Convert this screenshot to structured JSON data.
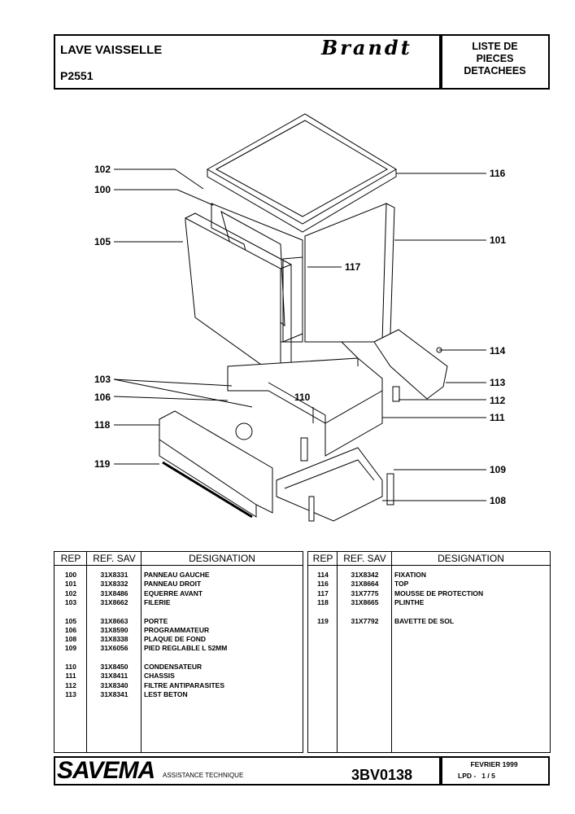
{
  "header": {
    "title": "LAVE VAISSELLE",
    "model": "P2551",
    "brand": "Brandt",
    "doc_type_lines": [
      "LISTE DE",
      "PIECES",
      "DETACHEES"
    ]
  },
  "callouts": {
    "c102": "102",
    "c100": "100",
    "c105": "105",
    "c116": "116",
    "c101": "101",
    "c117": "117",
    "c114": "114",
    "c103": "103",
    "c106": "106",
    "c110": "110",
    "c113": "113",
    "c112": "112",
    "c111": "111",
    "c118": "118",
    "c119": "119",
    "c109": "109",
    "c108": "108"
  },
  "table": {
    "headers": {
      "rep": "REP",
      "ref": "REF. SAV",
      "designation": "DESIGNATION"
    },
    "left_rows": [
      {
        "rep": "100",
        "ref": "31X8331",
        "designation": "PANNEAU GAUCHE"
      },
      {
        "rep": "101",
        "ref": "31X8332",
        "designation": "PANNEAU DROIT"
      },
      {
        "rep": "102",
        "ref": "31X8486",
        "designation": "EQUERRE AVANT"
      },
      {
        "rep": "103",
        "ref": "31X8662",
        "designation": "FILERIE"
      },
      {
        "rep": "105",
        "ref": "31X8663",
        "designation": "PORTE"
      },
      {
        "rep": "106",
        "ref": "31X8590",
        "designation": "PROGRAMMATEUR"
      },
      {
        "rep": "108",
        "ref": "31X8338",
        "designation": "PLAQUE DE FOND"
      },
      {
        "rep": "109",
        "ref": "31X6056",
        "designation": "PIED REGLABLE L 52MM"
      },
      {
        "rep": "110",
        "ref": "31X8450",
        "designation": "CONDENSATEUR"
      },
      {
        "rep": "111",
        "ref": "31X8411",
        "designation": "CHASSIS"
      },
      {
        "rep": "112",
        "ref": "31X8340",
        "designation": "FILTRE ANTIPARASITES"
      },
      {
        "rep": "113",
        "ref": "31X8341",
        "designation": "LEST BETON"
      }
    ],
    "right_rows": [
      {
        "rep": "114",
        "ref": "31X8342",
        "designation": "FIXATION"
      },
      {
        "rep": "116",
        "ref": "31X8664",
        "designation": "TOP"
      },
      {
        "rep": "117",
        "ref": "31X7775",
        "designation": "MOUSSE DE PROTECTION"
      },
      {
        "rep": "118",
        "ref": "31X8665",
        "designation": "PLINTHE"
      },
      {
        "rep": "119",
        "ref": "31X7792",
        "designation": "BAVETTE DE SOL"
      }
    ]
  },
  "footer": {
    "company": "SAVEMA",
    "subtitle": "ASSISTANCE TECHNIQUE",
    "code": "3BV0138",
    "date": "FEVRIER 1999",
    "page": "LPD -   1 / 5"
  }
}
